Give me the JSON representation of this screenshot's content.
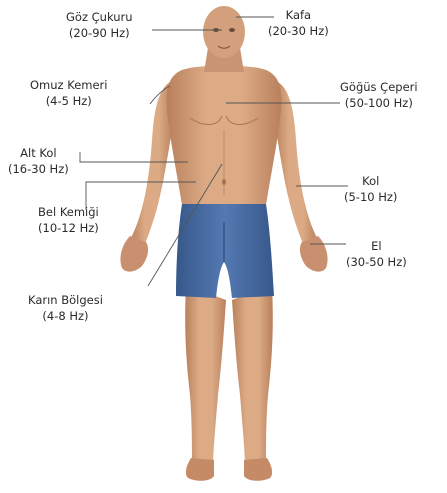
{
  "labels": [
    {
      "id": "goz",
      "title": "Göz Çukuru",
      "freq": "(20-90 Hz)"
    },
    {
      "id": "kafa",
      "title": "Kafa",
      "freq": "(20-30 Hz)"
    },
    {
      "id": "omuz",
      "title": "Omuz Kemeri",
      "freq": "(4-5 Hz)"
    },
    {
      "id": "gogus",
      "title": "Göğüs Çeperi",
      "freq": "(50-100 Hz)"
    },
    {
      "id": "altkol",
      "title": "Alt Kol",
      "freq": "(16-30 Hz)"
    },
    {
      "id": "kol",
      "title": "Kol",
      "freq": "(5-10 Hz)"
    },
    {
      "id": "bel",
      "title": "Bel Kemiği",
      "freq": "(10-12 Hz)"
    },
    {
      "id": "el",
      "title": "El",
      "freq": "(30-50 Hz)"
    },
    {
      "id": "karin",
      "title": "Karın Bölgesi",
      "freq": "(4-8 Hz)"
    }
  ],
  "colors": {
    "skin": "#d9a37e",
    "skin_shadow": "#b97f5a",
    "shorts": "#4a6ea6",
    "shorts_shadow": "#34527f",
    "line": "#555555",
    "text": "#2a2a2a"
  }
}
